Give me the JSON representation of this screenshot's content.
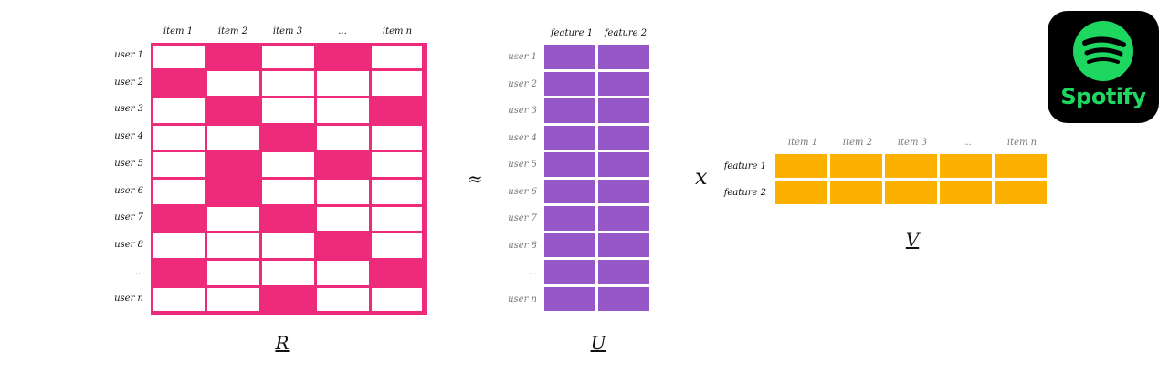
{
  "colors": {
    "r_filled": "#ee2a7b",
    "r_empty": "#ffffff",
    "u_cell": "#9657c8",
    "v_cell": "#fcb100",
    "spotify_green": "#1ed760",
    "logo_bg": "#000000"
  },
  "r_matrix": {
    "name": "R",
    "col_labels": [
      "item 1",
      "item 2",
      "item 3",
      "...",
      "item n"
    ],
    "row_labels": [
      "user 1",
      "user 2",
      "user 3",
      "user 4",
      "user 5",
      "user 6",
      "user 7",
      "user 8",
      "...",
      "user n"
    ],
    "filled": [
      [
        0,
        1,
        0,
        1,
        0
      ],
      [
        1,
        0,
        0,
        0,
        0
      ],
      [
        0,
        1,
        0,
        0,
        1
      ],
      [
        0,
        0,
        1,
        0,
        0
      ],
      [
        0,
        1,
        0,
        1,
        0
      ],
      [
        0,
        1,
        0,
        0,
        0
      ],
      [
        1,
        0,
        1,
        0,
        0
      ],
      [
        0,
        0,
        0,
        1,
        0
      ],
      [
        1,
        0,
        0,
        0,
        1
      ],
      [
        0,
        0,
        1,
        0,
        0
      ]
    ]
  },
  "approx_symbol": "≈",
  "u_matrix": {
    "name": "U",
    "col_labels": [
      "feature 1",
      "feature 2"
    ],
    "row_labels": [
      "user 1",
      "user 2",
      "user 3",
      "user 4",
      "user 5",
      "user 6",
      "user 7",
      "user 8",
      "...",
      "user n"
    ]
  },
  "multiply_symbol": "x",
  "v_matrix": {
    "name": "V",
    "col_labels": [
      "item 1",
      "item 2",
      "item 3",
      "...",
      "item n"
    ],
    "row_labels": [
      "feature 1",
      "feature 2"
    ]
  },
  "logo": {
    "icon": "spotify-logo-icon",
    "wordmark": "Spotify"
  }
}
